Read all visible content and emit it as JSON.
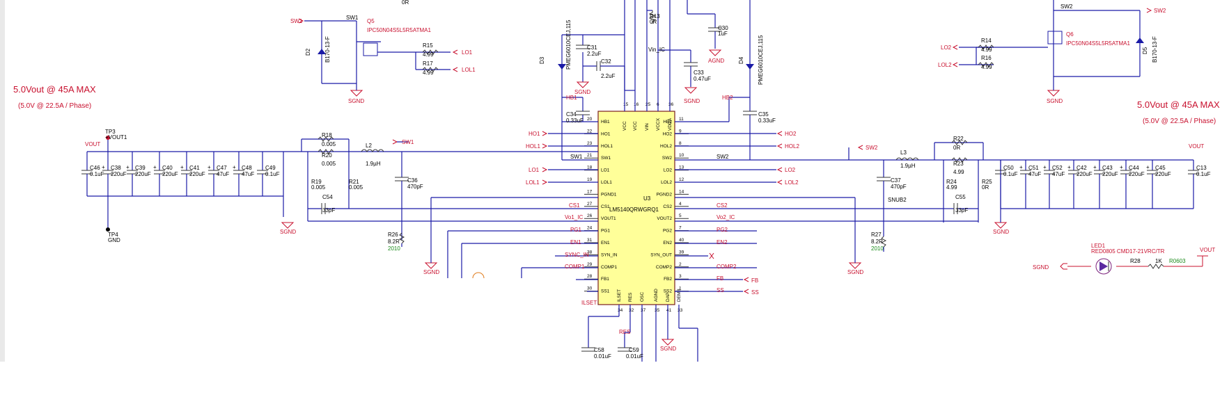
{
  "headings": {
    "left_title": "5.0Vout @ 45A MAX",
    "left_sub": "(5.0V @ 22.5A / Phase)",
    "right_title": "5.0Vout @ 45A MAX",
    "right_sub": "(5.0V @ 22.5A / Phase)"
  },
  "ic": {
    "ref": "U3",
    "part": "LM5140QRWGRQ1",
    "left_pins": [
      {
        "num": "20",
        "name": "HB1"
      },
      {
        "num": "22",
        "name": "HO1"
      },
      {
        "num": "23",
        "name": "HOL1"
      },
      {
        "num": "21",
        "name": "SW1"
      },
      {
        "num": "18",
        "name": "LO1"
      },
      {
        "num": "19",
        "name": "LOL1"
      },
      {
        "num": "17",
        "name": "PGND1"
      },
      {
        "num": "27",
        "name": "CS1"
      },
      {
        "num": "26",
        "name": "VOUT1"
      },
      {
        "num": "24",
        "name": "PG1"
      },
      {
        "num": "31",
        "name": "EN1"
      },
      {
        "num": "38",
        "name": "SYN_IN"
      },
      {
        "num": "29",
        "name": "COMP1"
      },
      {
        "num": "28",
        "name": "FB1"
      },
      {
        "num": "30",
        "name": "SS1"
      }
    ],
    "right_pins": [
      {
        "num": "11",
        "name": "HB2"
      },
      {
        "num": "9",
        "name": "HO2"
      },
      {
        "num": "8",
        "name": "HOL2"
      },
      {
        "num": "10",
        "name": "SW2"
      },
      {
        "num": "13",
        "name": "LO2"
      },
      {
        "num": "12",
        "name": "LOL2"
      },
      {
        "num": "14",
        "name": "PGND2"
      },
      {
        "num": "4",
        "name": "CS2"
      },
      {
        "num": "5",
        "name": "VOUT2"
      },
      {
        "num": "7",
        "name": "PG2"
      },
      {
        "num": "40",
        "name": "EN2"
      },
      {
        "num": "39",
        "name": "SYN_OUT"
      },
      {
        "num": "2",
        "name": "COMP2"
      },
      {
        "num": "3",
        "name": "FB2"
      },
      {
        "num": "1",
        "name": "SS2"
      }
    ],
    "top_pins": [
      {
        "num": "15",
        "name": "VCC"
      },
      {
        "num": "16",
        "name": "VCC"
      },
      {
        "num": "25",
        "name": "VIN"
      },
      {
        "num": "6",
        "name": "VCCX"
      },
      {
        "num": "36",
        "name": "VDDA"
      }
    ],
    "bottom_pins": [
      {
        "num": "34",
        "name": "ILSET"
      },
      {
        "num": "32",
        "name": "RES"
      },
      {
        "num": "37",
        "name": "OSC"
      },
      {
        "num": "35",
        "name": "AGND"
      },
      {
        "num": "41",
        "name": "DAP"
      },
      {
        "num": "33",
        "name": "DEMB"
      }
    ]
  },
  "net_labels": {
    "sw1_a": "SW1",
    "sw1_b": "SW1",
    "sw1_c": "SW1",
    "sw1_d": "SW1",
    "sw2_a": "SW2",
    "sw2_b": "SW2",
    "sw2_c": "SW2",
    "ho1": "HO1",
    "hol1": "HOL1",
    "lo1_a": "LO1",
    "lol1_a": "LOL1",
    "lo1_b": "LO1",
    "lol1_b": "LOL1",
    "ho2": "HO2",
    "hol2": "HOL2",
    "lo2_a": "LO2",
    "lol2_a": "LOL2",
    "lo2_b": "LO2",
    "lol2_b": "LOL2",
    "hb1": "HB1",
    "hb2": "HB2",
    "cs1": "CS1",
    "cs2": "CS2",
    "vo1": "Vo1_IC",
    "vo2": "Vo2_IC",
    "pg1": "PG1",
    "pg2": "PG2",
    "en1": "EN1",
    "en2": "EN2",
    "sync": "SYNC_IN",
    "comp1": "COMP1",
    "comp2": "COMP2",
    "fb_a": "FB",
    "fb_b": "FB",
    "ss_a": "SS",
    "ss_b": "SS",
    "ilset": "ILSET",
    "res": "RES",
    "vin_ic": "Vin_IC",
    "vout_l": "VOUT",
    "vout_r": "VOUT",
    "vout_led": "VOUT",
    "snub2": "SNUB2"
  },
  "grounds": {
    "sgnd": "SGND",
    "agnd": "AGND",
    "gnd": "GND"
  },
  "test_points": {
    "tp3": "TP3",
    "tp3_net": "+VOUT1",
    "tp4": "TP4",
    "tp4_net": "GND"
  },
  "mosfets": {
    "q5": "Q5",
    "q6": "Q6",
    "part": "IPC50N04S5L5R5ATMA1"
  },
  "diodes": [
    {
      "ref": "D2",
      "part": "B170-13-F"
    },
    {
      "ref": "D3",
      "part": "PMEG6010CEJ,115"
    },
    {
      "ref": "D4",
      "part": "PMEG6010CEJ,115"
    },
    {
      "ref": "D5",
      "part": "B170-13-F"
    }
  ],
  "led": {
    "ref": "LED1",
    "part": "RED0805 CMD17-21VRC/TR",
    "r_ref": "R28",
    "r_val": "1K",
    "r_pkg": "R0603"
  },
  "inductors": [
    {
      "ref": "L2",
      "val": "1.9µH"
    },
    {
      "ref": "L3",
      "val": "1.9µH"
    }
  ],
  "resistors": [
    {
      "ref": "R13",
      "val": "0R"
    },
    {
      "ref": "R15",
      "val": "4.99"
    },
    {
      "ref": "R17",
      "val": "4.99"
    },
    {
      "ref": "R14",
      "val": "4.99"
    },
    {
      "ref": "R16",
      "val": "4.99"
    },
    {
      "ref": "R18",
      "val": "0.005"
    },
    {
      "ref": "R20",
      "val": "0.005"
    },
    {
      "ref": "R19",
      "val": "0.005"
    },
    {
      "ref": "R21",
      "val": "0.005"
    },
    {
      "ref": "R22",
      "val": "0R"
    },
    {
      "ref": "R23",
      "val": "4.99"
    },
    {
      "ref": "R24",
      "val": "4.99"
    },
    {
      "ref": "R25",
      "val": "0R"
    },
    {
      "ref": "R26",
      "val": "8.2R",
      "pkg": "2010"
    },
    {
      "ref": "R27",
      "val": "8.2R",
      "pkg": "2010"
    }
  ],
  "caps": {
    "c30": {
      "ref": "C30",
      "val": "1uF"
    },
    "c31": {
      "ref": "C31",
      "val": "2.2uF"
    },
    "c32": {
      "ref": "C32",
      "val": "2.2uF"
    },
    "c33": {
      "ref": "C33",
      "val": "0.47uF"
    },
    "c34": {
      "ref": "C34",
      "val": "0.33uF"
    },
    "c35": {
      "ref": "C35",
      "val": "0.33uF"
    },
    "c36": {
      "ref": "C36",
      "val": "470pF"
    },
    "c37": {
      "ref": "C37",
      "val": "470pF"
    },
    "c54": {
      "ref": "C54",
      "val": "33pF"
    },
    "c55": {
      "ref": "C55",
      "val": "33pF"
    },
    "c58": {
      "ref": "C58",
      "val": "0.01uF"
    },
    "c59": {
      "ref": "C59",
      "val": "0.01uF"
    },
    "left_bank": [
      {
        "ref": "C46",
        "val": "0.1uF"
      },
      {
        "ref": "C38",
        "val": "220uF"
      },
      {
        "ref": "C39",
        "val": "220uF"
      },
      {
        "ref": "C40",
        "val": "220uF"
      },
      {
        "ref": "C41",
        "val": "220uF"
      },
      {
        "ref": "C47",
        "val": "47uF"
      },
      {
        "ref": "C48",
        "val": "47uF"
      },
      {
        "ref": "C49",
        "val": "0.1uF"
      }
    ],
    "right_bank": [
      {
        "ref": "C50",
        "val": "0.1uF"
      },
      {
        "ref": "C51",
        "val": "47uF"
      },
      {
        "ref": "C52",
        "val": "47uF"
      },
      {
        "ref": "C42",
        "val": "220uF"
      },
      {
        "ref": "C43",
        "val": "220uF"
      },
      {
        "ref": "C44",
        "val": "220uF"
      },
      {
        "ref": "C45",
        "val": "220uF"
      },
      {
        "ref": "C13",
        "val": "0.1uF"
      }
    ]
  },
  "misc": {
    "top_left_fragment": "0R"
  }
}
